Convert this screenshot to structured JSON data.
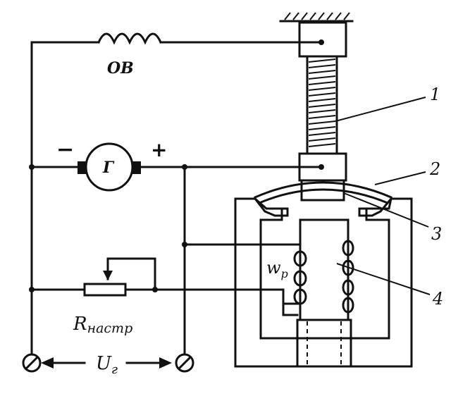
{
  "labels": {
    "field_winding": "ОВ",
    "generator": "Г",
    "minus": "−",
    "plus": "+",
    "rheostat_main": "R",
    "rheostat_sub": "настр",
    "voltage_main": "U",
    "voltage_sub": "г",
    "coil_main": "w",
    "coil_sub": "р"
  },
  "callouts": [
    "1",
    "2",
    "3",
    "4"
  ]
}
